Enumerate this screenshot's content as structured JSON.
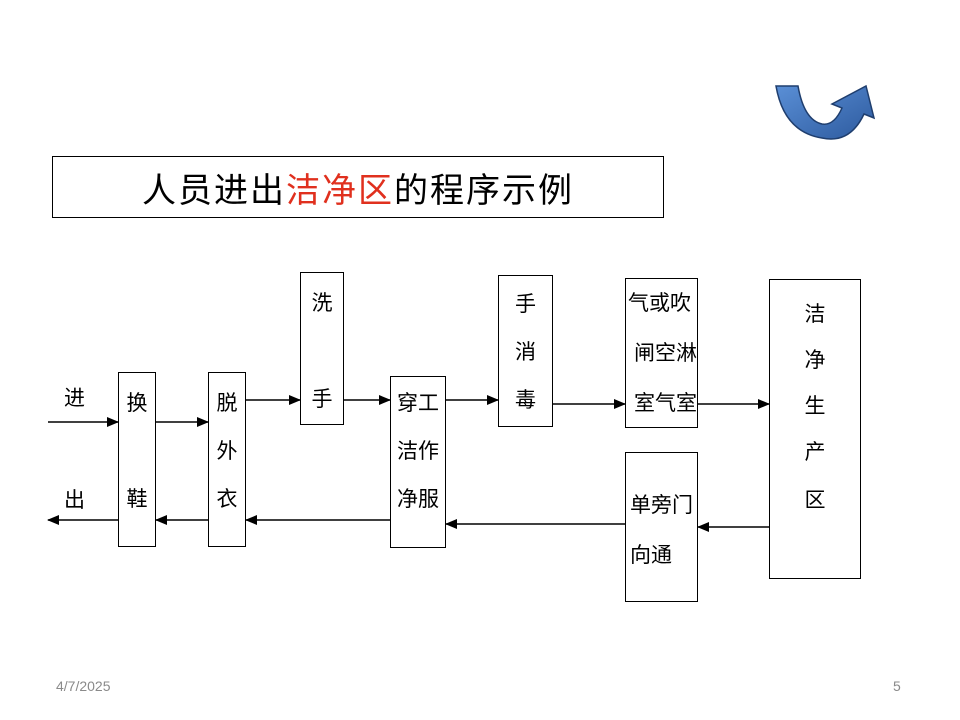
{
  "title": {
    "prefix": "人员进出",
    "highlight": "洁净区",
    "suffix": "的程序示例",
    "highlight_color": "#e0301e"
  },
  "flow": {
    "enter_label": "进",
    "exit_label": "出",
    "boxes": {
      "change_shoes": [
        "换",
        "鞋"
      ],
      "remove_coat": [
        "脱",
        "外",
        "衣"
      ],
      "wash_hands": [
        "洗",
        "手"
      ],
      "wear_gown": [
        "穿工",
        "洁作",
        "净服"
      ],
      "disinfect_hands": [
        "手",
        "消",
        "毒"
      ],
      "air_shower": [
        "气或吹",
        "闸空淋",
        "室气室"
      ],
      "clean_zone": [
        "洁",
        "净",
        "生",
        "产",
        "区"
      ],
      "exit_door": [
        "单旁门",
        "向通"
      ]
    }
  },
  "footer": {
    "date": "4/7/2025",
    "page": "5"
  },
  "icons": {
    "back_arrow": "curved-undo-arrow-icon",
    "back_arrow_color": "#3a6fb5"
  }
}
